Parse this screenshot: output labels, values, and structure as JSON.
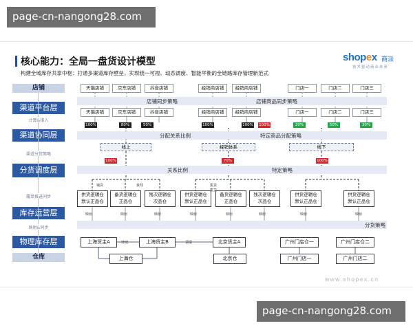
{
  "watermark": {
    "top": "page-cn-nangong28.com",
    "bottom": "page-cn-nangong28.com"
  },
  "header": {
    "title": "核心能力：全局一盘货设计模型",
    "subtitle": "构建全域库存共享中枢：打通多渠道库存壁垒，实现统一可视、动态调度、智能平衡的全链路库存管理新范式",
    "logo": {
      "text": "shop",
      "x": "e",
      "x2": "x",
      "cn": "商派",
      "slogan": "技术驱动商业未来"
    }
  },
  "footer": {
    "url": "www.shopex.cn"
  },
  "layers": [
    {
      "label": "店铺",
      "style": "light"
    },
    {
      "label": "渠道平台层",
      "style": "dark"
    },
    {
      "label": "渠道协同层",
      "style": "dark"
    },
    {
      "label": "分货调度层",
      "style": "dark"
    },
    {
      "label": "库存运营层",
      "style": "dark"
    },
    {
      "label": "物理库存层",
      "style": "dark"
    },
    {
      "label": "仓库",
      "style": "light"
    }
  ],
  "connectors": [
    "计算&接入",
    "渠道分货策略",
    "履单推进同步",
    "映射&同步"
  ],
  "stores": [
    "天猫店铺",
    "京东店铺",
    "抖音店铺",
    "经销商店铺",
    "经销商店铺",
    "门店一",
    "门店二",
    "门店三"
  ],
  "channel_shops": [
    "天猫店铺",
    "京东店铺",
    "抖音店铺",
    "经销商店铺",
    "经销商店铺",
    "门店一",
    "门店二",
    "门店三"
  ],
  "bands": {
    "shop_sync": "店铺同步策略",
    "shop_goods_sync": "店铺商品同步策略",
    "alloc_ratio": "分配关系比例",
    "special_goods": "特定商品分配策略",
    "rel_ratio": "关系比例",
    "special_policy": "特定策略",
    "dispatch_policy": "分货策略"
  },
  "percents": {
    "row1": [
      "100%",
      "80%",
      "50%",
      "100%",
      "100%",
      "20%",
      "50%",
      "30%"
    ],
    "row2": [
      "100%",
      "70%",
      "100%"
    ]
  },
  "channels": {
    "online": "线上",
    "dealer": "经销体系",
    "offline": "线下"
  },
  "logic_whs": [
    {
      "l1": "供货逻辑仓",
      "l2": "默认正品仓"
    },
    {
      "l1": "备货逻辑仓",
      "l2": "正品仓"
    },
    {
      "l1": "残次逻辑仓",
      "l2": "次品仓"
    },
    {
      "l1": "供货逻辑仓",
      "l2": "默认正品仓"
    },
    {
      "l1": "备货逻辑仓",
      "l2": "正品仓"
    },
    {
      "l1": "残次逻辑仓",
      "l2": "次品仓"
    },
    {
      "l1": "供货逻辑仓",
      "l2": "默认正品仓"
    },
    {
      "l1": "供货逻辑仓",
      "l2": "默认正品仓"
    }
  ],
  "small_labels": {
    "map": "映射",
    "supply": "铺货",
    "goods_type": "良残",
    "gather": "集货",
    "ship": "集货"
  },
  "phys": [
    "上海货主A",
    "上海货主B",
    "北京货主A",
    "广州门店仓一",
    "广州门店仓二"
  ],
  "phys_links": {
    "transfer": "转储",
    "dispatch": "调拨"
  },
  "warehouses": [
    "上海仓",
    "北京仓",
    "广州门店一",
    "广州门店二"
  ]
}
